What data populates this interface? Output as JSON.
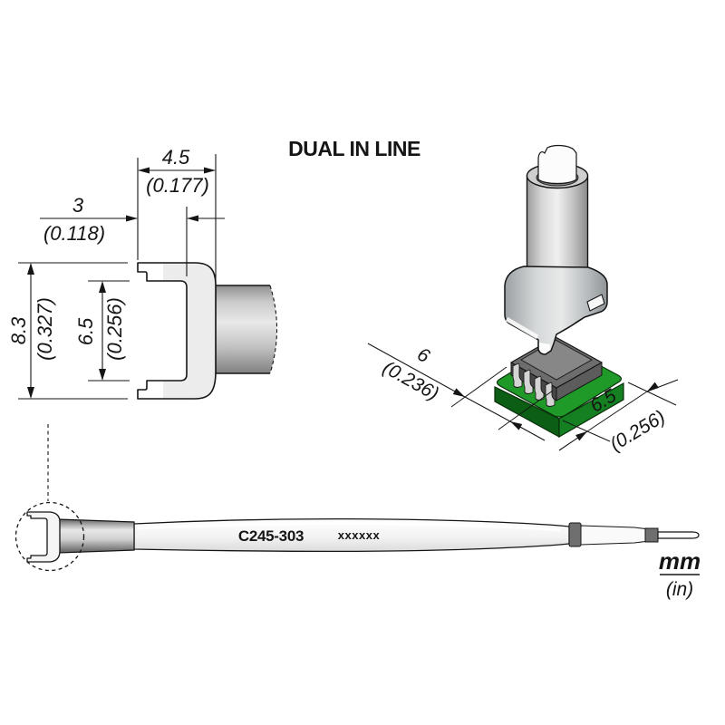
{
  "title": "DUAL IN LINE",
  "detail_view": {
    "head_length_mm": "4.5",
    "head_length_in": "(0.177)",
    "slot_depth_mm": "3",
    "slot_depth_in": "(0.118)",
    "overall_height_mm": "8.3",
    "overall_height_in": "(0.327)",
    "slot_height_mm": "6.5",
    "slot_height_in": "(0.256)"
  },
  "iso_view": {
    "component_width_mm": "6",
    "component_width_in": "(0.236)",
    "component_length_mm": "6.5",
    "component_length_in": "(0.256)"
  },
  "cartridge": {
    "part_number": "C245-303",
    "marking": "xxxxxx"
  },
  "units": {
    "primary": "mm",
    "secondary": "(in)"
  },
  "colors": {
    "pcb_top": "#1f9a28",
    "pcb_side_dark": "#0b5e13",
    "pcb_side_mid": "#148021",
    "chip_top": "#6d6d6d",
    "outline": "#151515"
  }
}
